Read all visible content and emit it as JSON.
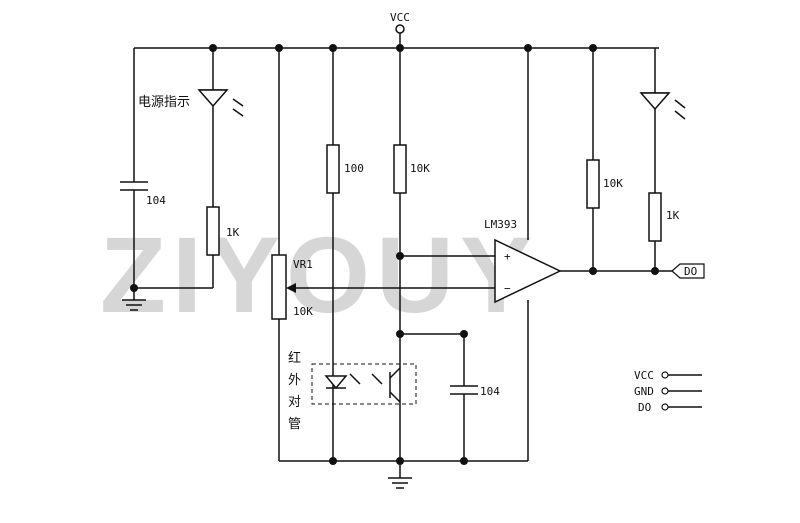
{
  "watermark": "ZIYOUY",
  "labels": {
    "vcc_top": "VCC",
    "cap_power": "104",
    "power_indicator": "电源指示",
    "res_led_power": "1K",
    "res_100": "100",
    "res_10k_mid": "10K",
    "opamp": "LM393",
    "opamp_plus": "+",
    "opamp_minus": "−",
    "pot_name": "VR1",
    "pot_value": "10K",
    "res_pullup": "10K",
    "res_led_out": "1K",
    "output_tag": "DO",
    "ir_pair": [
      "红",
      "外",
      "对",
      "管"
    ],
    "cap_sensor": "104"
  },
  "connector": {
    "pins": [
      "VCC",
      "GND",
      "DO"
    ]
  }
}
